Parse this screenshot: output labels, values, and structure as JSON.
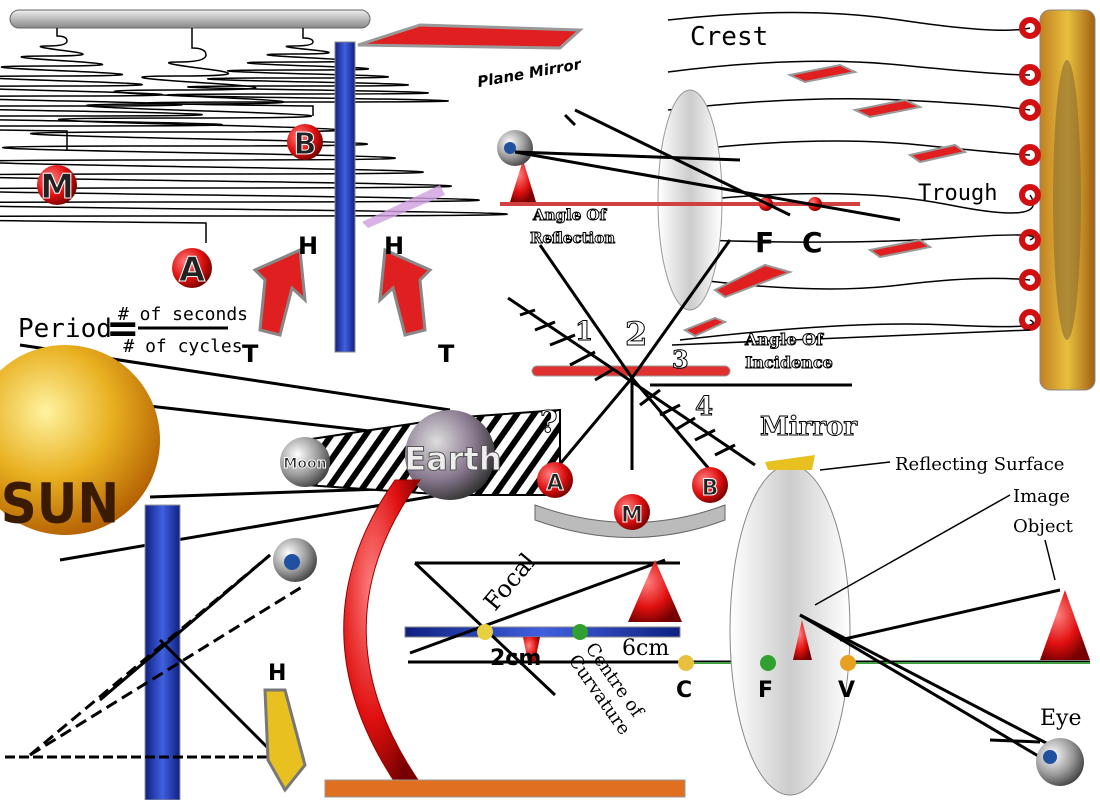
{
  "springs": {
    "ball_m": "M",
    "ball_a": "A",
    "ball_b": "B"
  },
  "arrows": {
    "h_left": "H",
    "h_right": "H",
    "t_left": "T",
    "t_right": "T",
    "h_bottom": "H"
  },
  "plane_mirror": "Plane Mirror",
  "period": {
    "label": "Period",
    "equals": "=",
    "numerator": "# of seconds",
    "denominator": "# of cycles"
  },
  "waves": {
    "crest": "Crest",
    "trough": "Trough"
  },
  "lens_top": {
    "f": "F",
    "c": "C"
  },
  "reflection": {
    "angle_reflection_1": "Angle Of",
    "angle_reflection_2": "Reflection",
    "angle_incidence_1": "Angle Of",
    "angle_incidence_2": "Incidence",
    "n1": "1",
    "n2": "2",
    "n3": "3",
    "n4": "4",
    "question": "?"
  },
  "space": {
    "sun": "SUN",
    "moon": "Moon",
    "earth": "Earth"
  },
  "pendulum": {
    "a": "A",
    "m": "M",
    "b": "B"
  },
  "concave": {
    "focal": "Focal",
    "two_cm": "2cm",
    "six_cm": "6cm",
    "centre": "Centre of",
    "curvature": "Curvature"
  },
  "convex": {
    "mirror": "Mirror",
    "reflecting_surface": "Reflecting Surface",
    "image": "Image",
    "object": "Object",
    "c": "C",
    "f": "F",
    "v": "V",
    "eye": "Eye"
  },
  "colors": {
    "red": "#e01010",
    "blue": "#2040c0",
    "gold": "#e8b020",
    "gray": "#b0b0b0"
  }
}
